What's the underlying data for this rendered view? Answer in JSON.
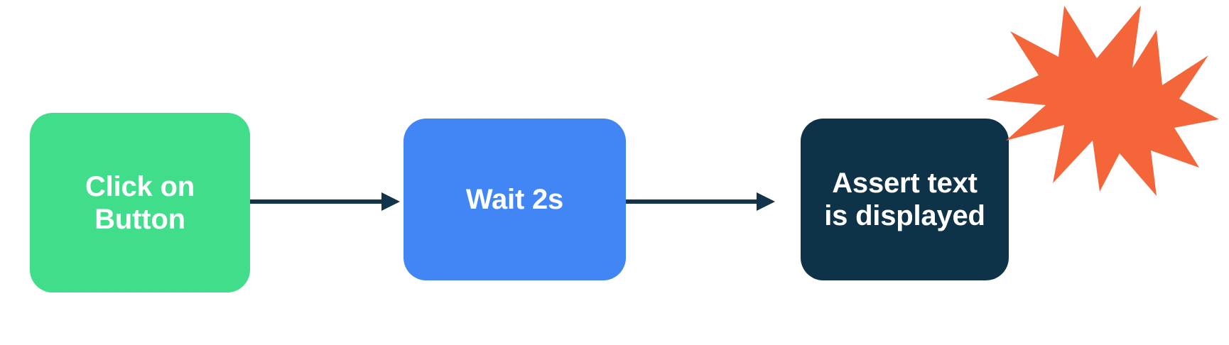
{
  "diagram": {
    "type": "flowchart",
    "orientation": "horizontal",
    "background_color": "#FFFFFF",
    "nodes": [
      {
        "id": "click-on-button",
        "label": "Click on\nButton",
        "shape": "rounded-rectangle",
        "fill_color": "#40DD8A",
        "text_color": "#FFFFFF",
        "order": 1
      },
      {
        "id": "wait-2s",
        "label": "Wait 2s",
        "shape": "rounded-rectangle",
        "fill_color": "#4285F4",
        "text_color": "#FFFFFF",
        "order": 2
      },
      {
        "id": "assert-text-is-displayed",
        "label": "Assert text\nis displayed",
        "shape": "rounded-rectangle",
        "fill_color": "#0E3348",
        "text_color": "#FFFFFF",
        "order": 3
      }
    ],
    "edges": [
      {
        "id": "edge-click-to-wait",
        "from": "click-on-button",
        "to": "wait-2s",
        "label": "",
        "color": "#12344A",
        "arrowhead": "solid-triangle"
      },
      {
        "id": "edge-wait-to-assert",
        "from": "wait-2s",
        "to": "assert-text-is-displayed",
        "label": "",
        "color": "#12344A",
        "arrowhead": "solid-triangle"
      }
    ],
    "decorations": [
      {
        "id": "starburst",
        "icon_name": "starburst-icon",
        "attached_to": "assert-text-is-displayed",
        "fill_color": "#F4653A",
        "points": 12,
        "label": ""
      }
    ]
  }
}
